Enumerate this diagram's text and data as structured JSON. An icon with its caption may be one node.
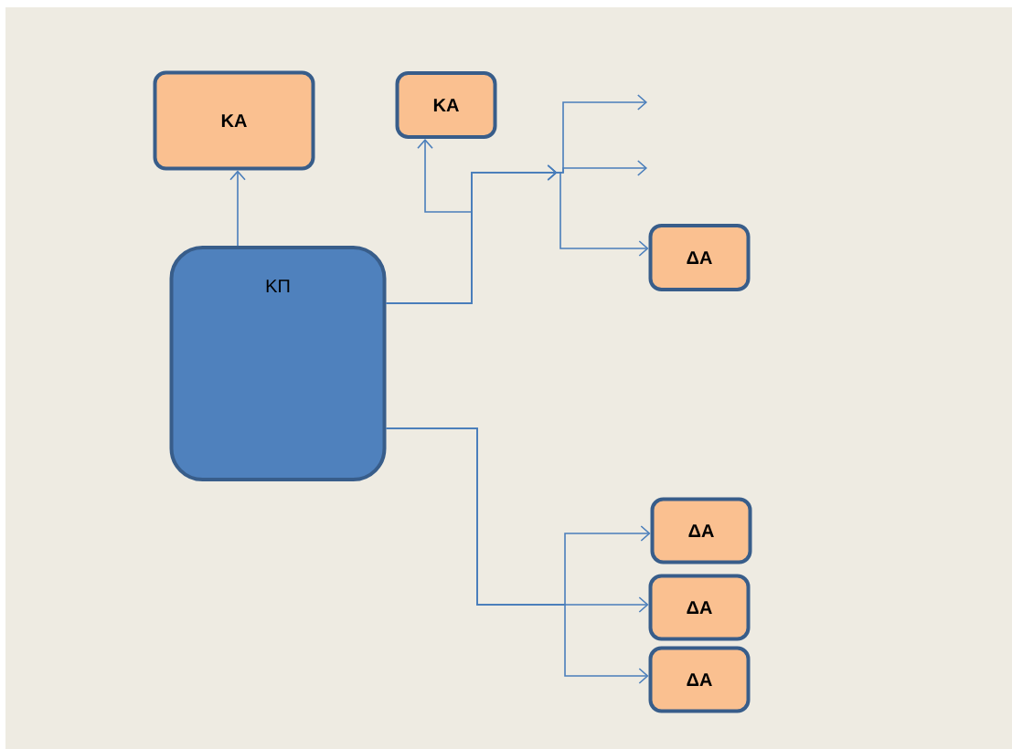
{
  "diagram": {
    "nodes": [
      {
        "text": [
          "ΚΑ"
        ]
      },
      {
        "text": [
          "ΚΑ"
        ]
      },
      {
        "text": [
          "ΚΠ"
        ]
      },
      {
        "text": [
          "ΔΑ"
        ]
      },
      {
        "text": [
          "ΔΑ"
        ]
      },
      {
        "text": [
          "ΔΑ"
        ]
      },
      {
        "text": [
          "ΔΑ"
        ]
      }
    ],
    "edges": [
      {
        "from": 2,
        "to": 0,
        "arrow": "to"
      },
      {
        "from": 2,
        "to": 1,
        "arrow": "to"
      },
      {
        "from": 2,
        "to": 3,
        "arrow": "to"
      },
      {
        "from": 2,
        "to": null,
        "arrow": "to"
      },
      {
        "from": 2,
        "to": null,
        "arrow": "to"
      },
      {
        "from": 2,
        "to": 4,
        "arrow": "to"
      },
      {
        "from": 2,
        "to": 5,
        "arrow": "to"
      },
      {
        "from": 2,
        "to": 6,
        "arrow": "to"
      }
    ]
  }
}
